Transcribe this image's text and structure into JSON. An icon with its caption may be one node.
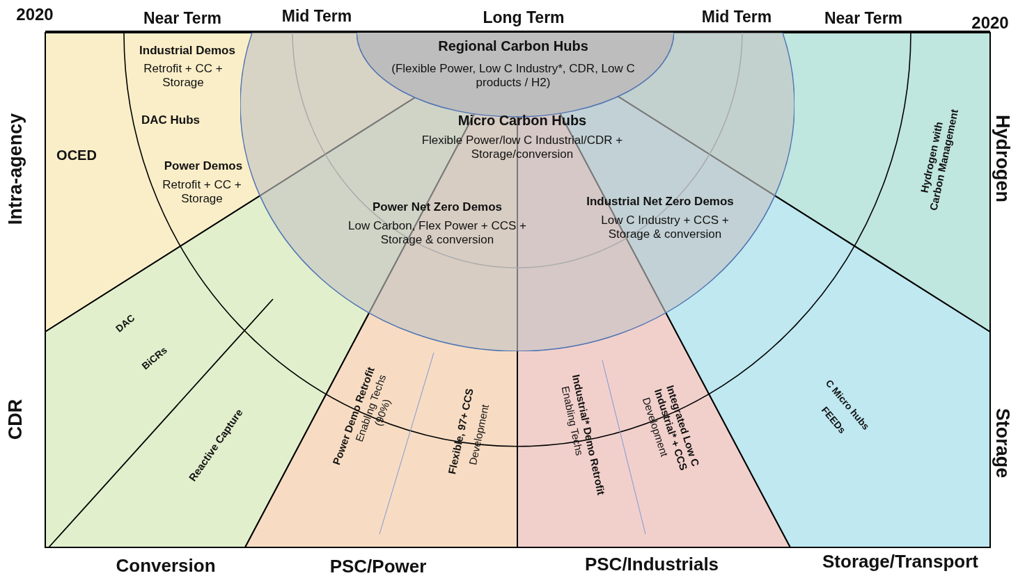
{
  "diagram": {
    "nodes": [
      {
        "text": [
          "Micro Carbon Hubs",
          "Flexible Power/low C Industrial/CDR + Storage/conversion",
          "Power Net Zero Demos",
          "Low Carbon, Flex Power + CCS + Storage & conversion",
          "Industrial Net Zero Demos",
          "Low C Industry + CCS + Storage & conversion"
        ]
      },
      {
        "text": [
          "Regional Carbon Hubs",
          "(Flexible Power, Low C Industry*, CDR, Low C products / H2)"
        ],
        "in": 0
      }
    ],
    "labels": [
      "2020",
      "Near Term",
      "Mid Term",
      "Long Term",
      "Mid Term",
      "Near Term",
      "2020",
      "Intra-agency",
      "Industrial Demos",
      "Retrofit + CC + Storage",
      "DAC Hubs",
      "OCED",
      "Power Demos",
      "Retrofit + CC + Storage",
      "Hydrogen with Carbon Management",
      "Hydrogen",
      "DAC",
      "BiCRs",
      "Reactive Capture",
      "Power Demo Retrofit",
      "Enabling Techs (90%)",
      "Flexible, 97+ CCS",
      "Development",
      "Industrial* Demo Retrofit",
      "Enabling Techs",
      "Integrated Low C Industrial* + CCS",
      "Development",
      "C Micro hubs",
      "FEEDs",
      "CDR",
      "Storage",
      "Conversion",
      "PSC/Power",
      "PSC/Industrials",
      "Storage/Transport"
    ]
  }
}
